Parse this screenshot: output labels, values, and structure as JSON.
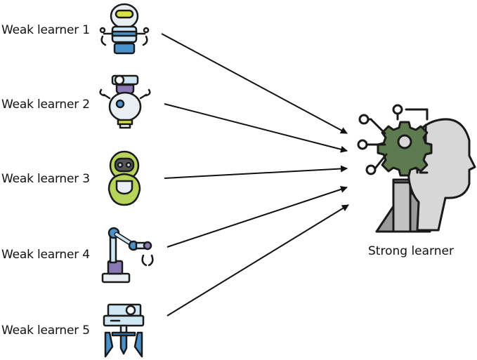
{
  "weak_learners": [
    {
      "label": "Weak learner 1",
      "icon": "robot-1-icon"
    },
    {
      "label": "Weak learner 2",
      "icon": "robot-2-icon"
    },
    {
      "label": "Weak learner 3",
      "icon": "robot-3-icon"
    },
    {
      "label": "Weak learner 4",
      "icon": "robotic-arm-icon"
    },
    {
      "label": "Weak learner 5",
      "icon": "robotic-claw-icon"
    }
  ],
  "strong_learner": {
    "label": "Strong learner",
    "icon": "ai-head-gear-icon"
  },
  "colors": {
    "outline": "#1a1a1a",
    "light_blue": "#cfe7f5",
    "blue": "#4a90c9",
    "lime": "#b6d35a",
    "yellow_green": "#d6e24a",
    "purple": "#8a78b5",
    "gear_green": "#5e7a4f",
    "head_gray": "#d7d7d7",
    "dark_gray": "#9a9a9a"
  }
}
